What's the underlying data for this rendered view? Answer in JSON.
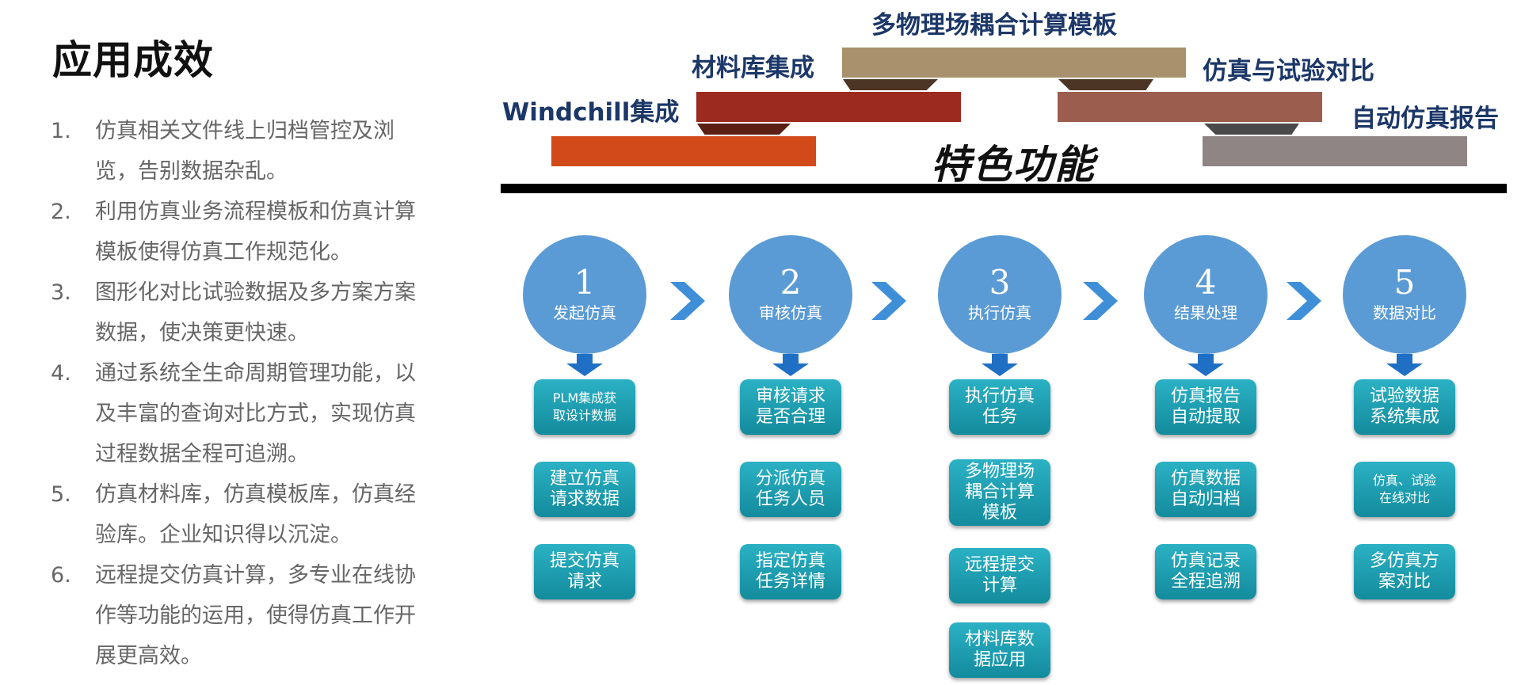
{
  "page_title": "应用成效",
  "benefits": [
    {
      "num": "1.",
      "text": "仿真相关文件线上归档管控及浏览，告别数据杂乱。"
    },
    {
      "num": "2.",
      "text": "利用仿真业务流程模板和仿真计算模板使得仿真工作规范化。"
    },
    {
      "num": "3.",
      "text": "图形化对比试验数据及多方案方案数据，使决策更快速。"
    },
    {
      "num": "4.",
      "text": "通过系统全生命周期管理功能，以及丰富的查询对比方式，实现仿真过程数据全程可追溯。"
    },
    {
      "num": "5.",
      "text": "仿真材料库，仿真模板库，仿真经验库。企业知识得以沉淀。"
    },
    {
      "num": "6.",
      "text": "远程提交仿真计算，多专业在线协作等功能的运用，使得仿真工作开展更高效。"
    }
  ],
  "features": {
    "title": "特色功能",
    "items": [
      {
        "label": "Windchill集成",
        "color": "#d34a1a"
      },
      {
        "label": "材料库集成",
        "color": "#9d2a1f"
      },
      {
        "label": "多物理场耦合计算模板",
        "color": "#a8916c"
      },
      {
        "label": "仿真与试验对比",
        "color": "#9b5e4e"
      },
      {
        "label": "自动仿真报告",
        "color": "#8f8585"
      }
    ]
  },
  "steps": [
    {
      "num": "1",
      "label": "发起仿真",
      "tasks": [
        "PLM集成获\n取设计数据",
        "建立仿真\n请求数据",
        "提交仿真\n请求"
      ]
    },
    {
      "num": "2",
      "label": "审核仿真",
      "tasks": [
        "审核请求\n是否合理",
        "分派仿真\n任务人员",
        "指定仿真\n任务详情"
      ]
    },
    {
      "num": "3",
      "label": "执行仿真",
      "tasks": [
        "执行仿真\n任务",
        "多物理场\n耦合计算\n模板",
        "远程提交\n计算",
        "材料库数\n据应用"
      ]
    },
    {
      "num": "4",
      "label": "结果处理",
      "tasks": [
        "仿真报告\n自动提取",
        "仿真数据\n自动归档",
        "仿真记录\n全程追溯"
      ]
    },
    {
      "num": "5",
      "label": "数据对比",
      "tasks": [
        "试验数据\n系统集成",
        "仿真、试验\n在线对比",
        "多仿真方\n案对比"
      ]
    }
  ],
  "colors": {
    "step_circle": "#5b9bd5",
    "task_box": "#1a9fb2",
    "feature_label": "#1c3768"
  }
}
